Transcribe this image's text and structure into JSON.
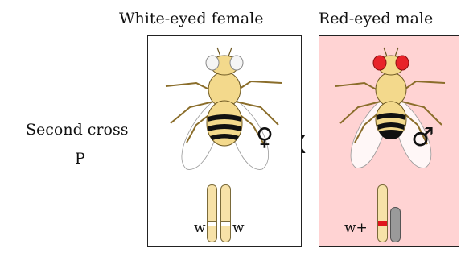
{
  "cross": {
    "title": "Second cross",
    "generation": "P",
    "operator": "X"
  },
  "female": {
    "title": "White-eyed female",
    "sex_symbol": "♀",
    "eye_color": "white",
    "alleles": [
      "w",
      "w"
    ],
    "allele_label_left": "w",
    "allele_label_right": "w",
    "panel_color": "#ffffff"
  },
  "male": {
    "title": "Red-eyed male",
    "sex_symbol": "♂",
    "eye_color": "red",
    "allele_label": "w+",
    "panel_color": "#ffd3d3",
    "marker_color": "#e0151c"
  },
  "colors": {
    "body": "#f3d98c",
    "band": "#111111",
    "chromosome": "#f7e2a8",
    "y_chromosome": "#9a9a9a",
    "red_eye": "#e8232a"
  }
}
